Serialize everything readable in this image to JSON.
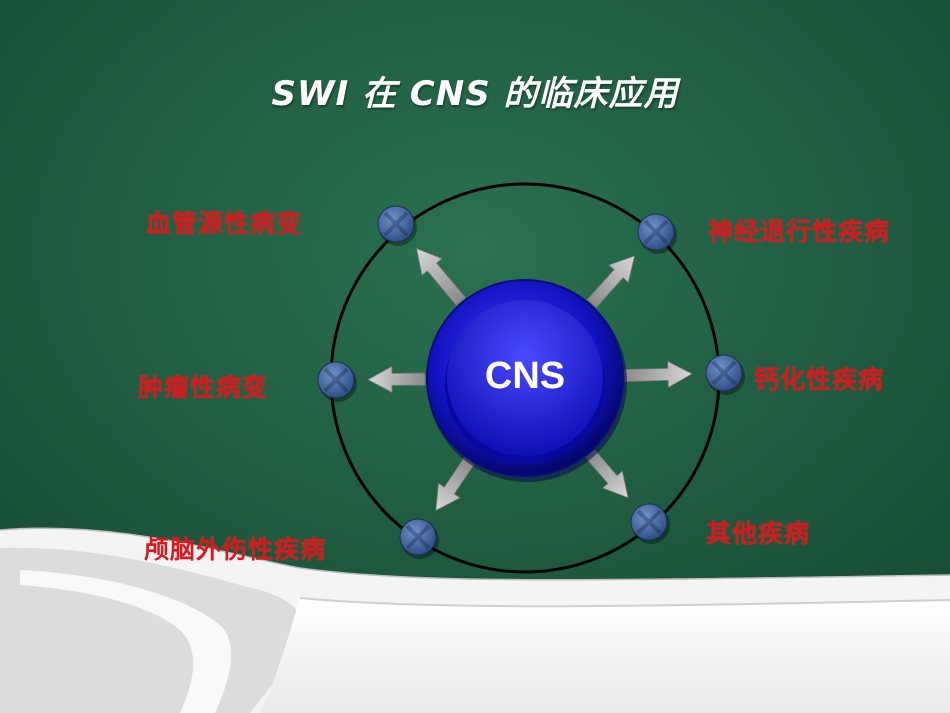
{
  "title": "SWI 在 CNS 的临床应用",
  "center": {
    "label": "CNS"
  },
  "nodes": [
    {
      "label": "血管源性病变"
    },
    {
      "label": "神经退行性疾病"
    },
    {
      "label": "肿瘤性病变"
    },
    {
      "label": "钙化性疾病"
    },
    {
      "label": "颅脑外伤性疾病"
    },
    {
      "label": "其他疾病"
    }
  ],
  "colors": {
    "background": "#1d5a3f",
    "label": "#e2141a",
    "hub": "#1010c8",
    "node": "#3a5c96",
    "arrow": "#c9c9c9"
  }
}
